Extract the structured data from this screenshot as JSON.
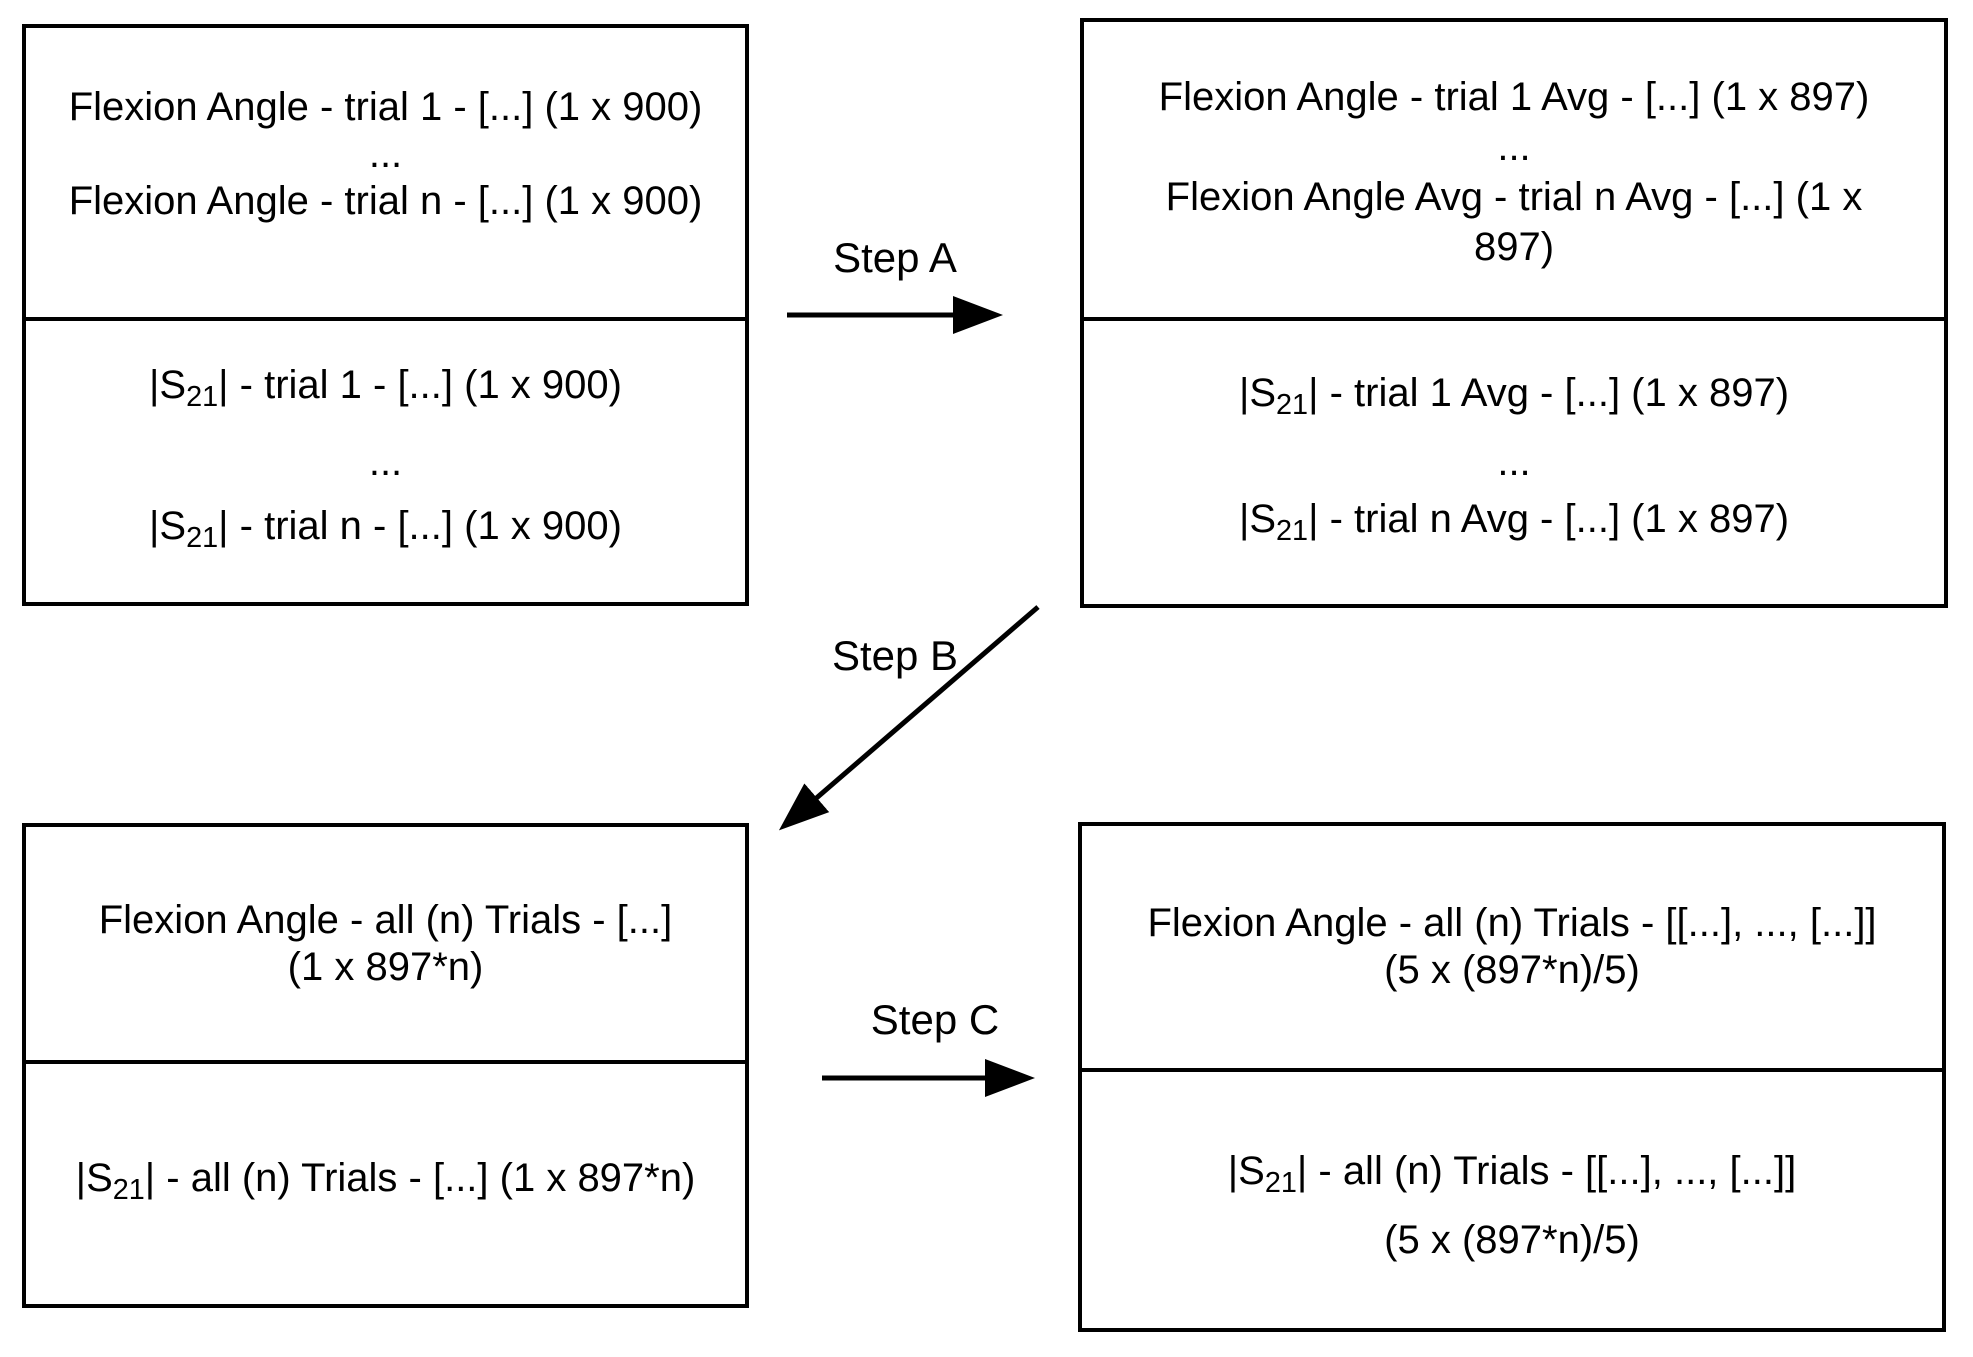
{
  "figure": {
    "background_color": "#ffffff",
    "stroke_color": "#000000"
  },
  "boxes": {
    "top_left": {
      "flexion_section": {
        "line1": "Flexion Angle - trial 1 - [...] (1 x 900)",
        "dots": "...",
        "line2": "Flexion Angle - trial n - [...] (1 x 900)"
      },
      "s21_section": {
        "line1": {
          "pre": "|S",
          "sub": "21",
          "post": "| - trial 1 - [...] (1 x 900)"
        },
        "dots": "...",
        "line2": {
          "pre": "|S",
          "sub": "21",
          "post": "| - trial n - [...] (1 x 900)"
        }
      }
    },
    "top_right": {
      "flexion_section": {
        "line1": "Flexion Angle - trial 1 Avg - [...] (1 x 897)",
        "dots": "...",
        "line2a": "Flexion Angle Avg - trial n Avg  - [...] (1 x",
        "line2b": "897)"
      },
      "s21_section": {
        "line1": {
          "pre": "|S",
          "sub": "21",
          "post": "| - trial 1 Avg - [...] (1 x 897)"
        },
        "dots": "...",
        "line2": {
          "pre": "|S",
          "sub": "21",
          "post": "| - trial n Avg - [...] (1 x 897)"
        }
      }
    },
    "bottom_left": {
      "flexion_section": {
        "line1": "Flexion Angle - all (n) Trials - [...]",
        "line2": "(1 x 897*n)"
      },
      "s21_section": {
        "line1": {
          "pre": "|S",
          "sub": "21",
          "post": "| - all (n) Trials - [...] (1 x 897*n)"
        }
      }
    },
    "bottom_right": {
      "flexion_section": {
        "line1": "Flexion Angle - all (n) Trials - [[...], ..., [...]]",
        "line2": "(5 x (897*n)/5)"
      },
      "s21_section": {
        "line1": {
          "pre": "|S",
          "sub": "21",
          "post": "| - all (n) Trials - [[...], ..., [...]]"
        },
        "line2": "(5 x (897*n)/5)"
      }
    }
  },
  "arrows": {
    "step_a": {
      "label": "Step A"
    },
    "step_b": {
      "label": "Step B"
    },
    "step_c": {
      "label": "Step C"
    }
  }
}
